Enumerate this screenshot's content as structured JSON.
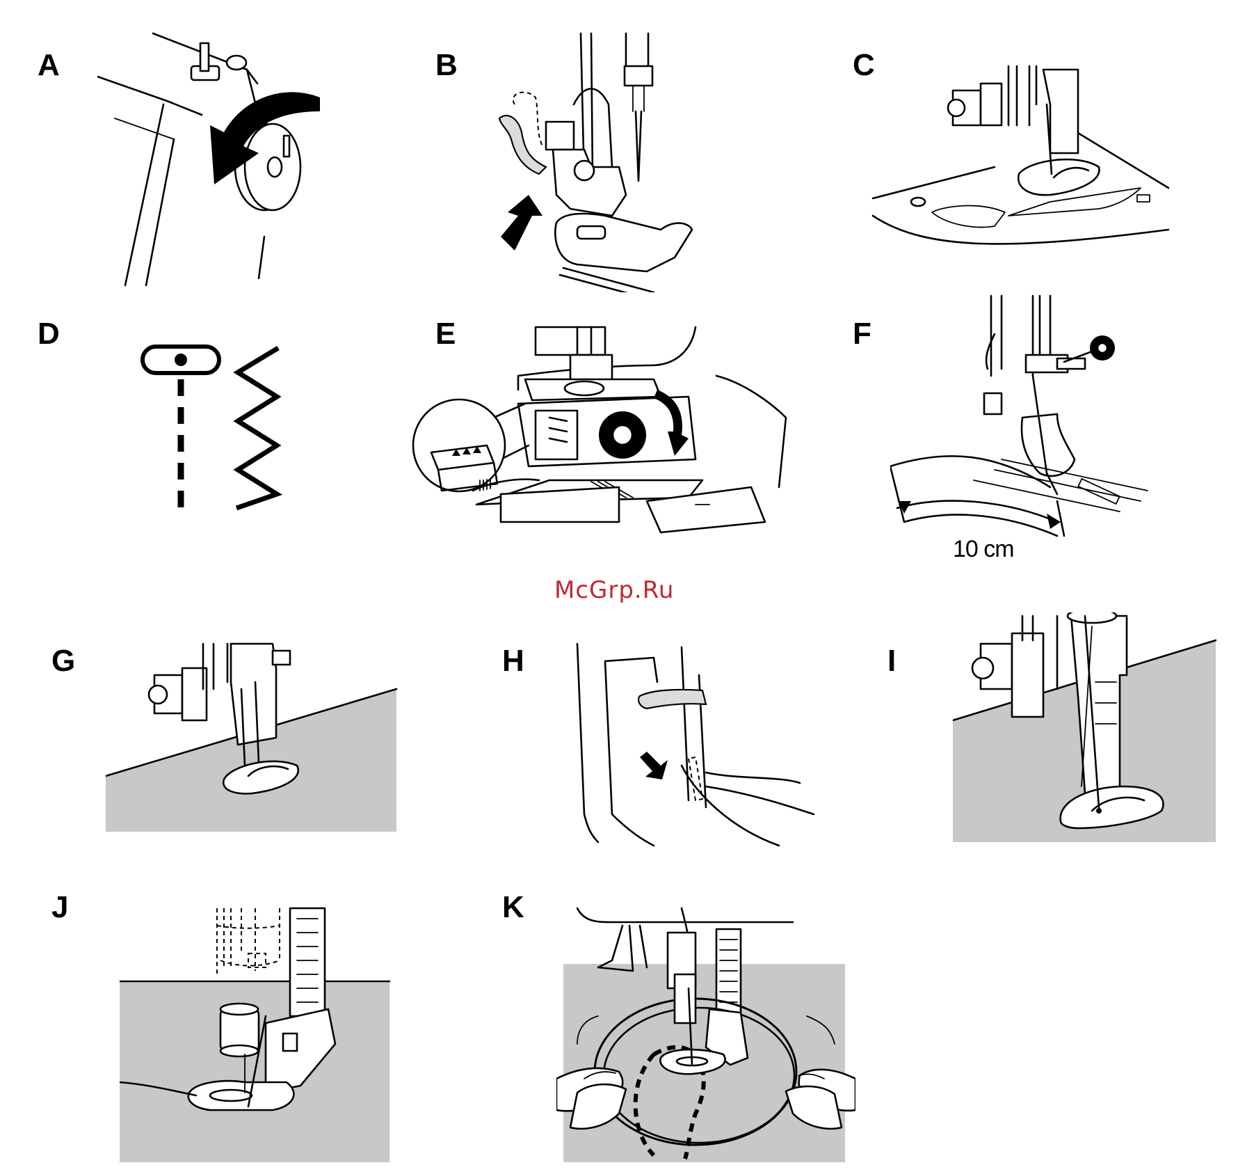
{
  "panels": [
    {
      "id": "A",
      "label": "A"
    },
    {
      "id": "B",
      "label": "B"
    },
    {
      "id": "C",
      "label": "C"
    },
    {
      "id": "D",
      "label": "D"
    },
    {
      "id": "E",
      "label": "E"
    },
    {
      "id": "F",
      "label": "F"
    },
    {
      "id": "G",
      "label": "G"
    },
    {
      "id": "H",
      "label": "H"
    },
    {
      "id": "I",
      "label": "I"
    },
    {
      "id": "J",
      "label": "J"
    },
    {
      "id": "K",
      "label": "K"
    }
  ],
  "measurement": "10 cm",
  "watermark": "McGrp.Ru",
  "colors": {
    "ink": "#000000",
    "fabric_gray": "#c8c8c8",
    "watermark_red": "#c0282f"
  }
}
